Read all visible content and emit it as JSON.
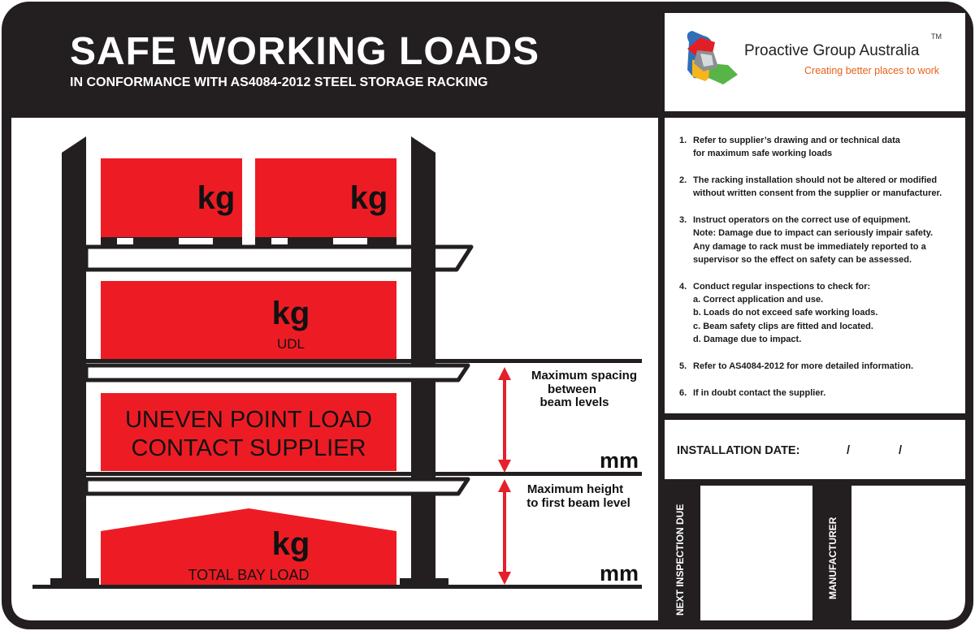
{
  "header": {
    "title": "SAFE WORKING LOADS",
    "subtitle": "IN CONFORMANCE WITH AS4084-2012 STEEL STORAGE RACKING"
  },
  "logo": {
    "company": "Proactive Group Australia",
    "trademark": "TM",
    "tagline": "Creating better places to work"
  },
  "colors": {
    "frame": "#231f20",
    "load_red": "#ed1c24",
    "arrow_red": "#e5202a",
    "tagline": "#e8611a"
  },
  "rack": {
    "box_top_left": "kg",
    "box_top_right": "kg",
    "udl_value": "kg",
    "udl_label": "UDL",
    "uneven_line1": "UNEVEN POINT LOAD",
    "uneven_line2": "CONTACT SUPPLIER",
    "total_value": "kg",
    "total_label": "TOTAL BAY LOAD"
  },
  "dimensions": {
    "spacing_label_1": "Maximum spacing",
    "spacing_label_2": "between",
    "spacing_label_3": "beam levels",
    "spacing_unit": "mm",
    "height_label_1": "Maximum height",
    "height_label_2": "to first beam level",
    "height_unit": "mm"
  },
  "notes": [
    {
      "num": "1.",
      "lines": [
        "Refer to supplier’s drawing and or technical data",
        "for maximum safe working loads"
      ]
    },
    {
      "num": "2.",
      "lines": [
        "The racking installation should not be altered or modified",
        "without written consent from the supplier or manufacturer."
      ]
    },
    {
      "num": "3.",
      "lines": [
        "Instruct operators on the correct use of equipment.",
        "Note: Damage due to impact can seriously impair safety.",
        "Any damage to rack must be immediately reported to a",
        "supervisor so the effect on safety can be assessed."
      ]
    },
    {
      "num": "4.",
      "lines": [
        "Conduct regular inspections to check for:",
        "a. Correct application and use.",
        "b. Loads do not exceed safe working loads.",
        "c. Beam safety clips are fitted and located.",
        "d. Damage due to impact."
      ]
    },
    {
      "num": "5.",
      "lines": [
        "Refer to AS4084-2012 for more detailed information."
      ]
    },
    {
      "num": "6.",
      "lines": [
        "If in doubt contact the supplier."
      ]
    }
  ],
  "fields": {
    "installation_date_label": "INSTALLATION DATE:",
    "date_slash_1": "/",
    "date_slash_2": "/",
    "next_inspection_label": "NEXT INSPECTION DUE",
    "manufacturer_label": "MANUFACTURER"
  }
}
